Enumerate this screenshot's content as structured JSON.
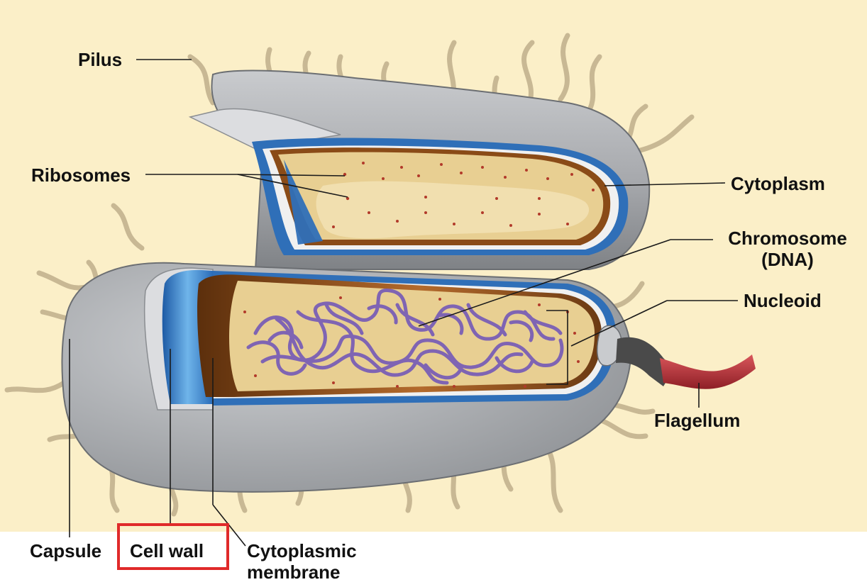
{
  "labels": {
    "pilus": "Pilus",
    "ribosomes": "Ribosomes",
    "cytoplasm": "Cytoplasm",
    "chromosome_line1": "Chromosome",
    "chromosome_line2": "(DNA)",
    "nucleoid": "Nucleoid",
    "flagellum": "Flagellum",
    "capsule": "Capsule",
    "cell_wall": "Cell wall",
    "membrane_line1": "Cytoplasmic",
    "membrane_line2": "membrane"
  },
  "highlighted_label": "cell_wall",
  "colors": {
    "background": "#fbefc8",
    "capsule": "#a9abae",
    "cell_wall": "#2f6fb8",
    "membrane": "#8a4b17",
    "cytoplasm": "#e8cf92",
    "dna": "#7a5fb5",
    "flagellum": "#b8343a",
    "pili": "#c8b894",
    "highlight_box": "#e02a2a"
  }
}
